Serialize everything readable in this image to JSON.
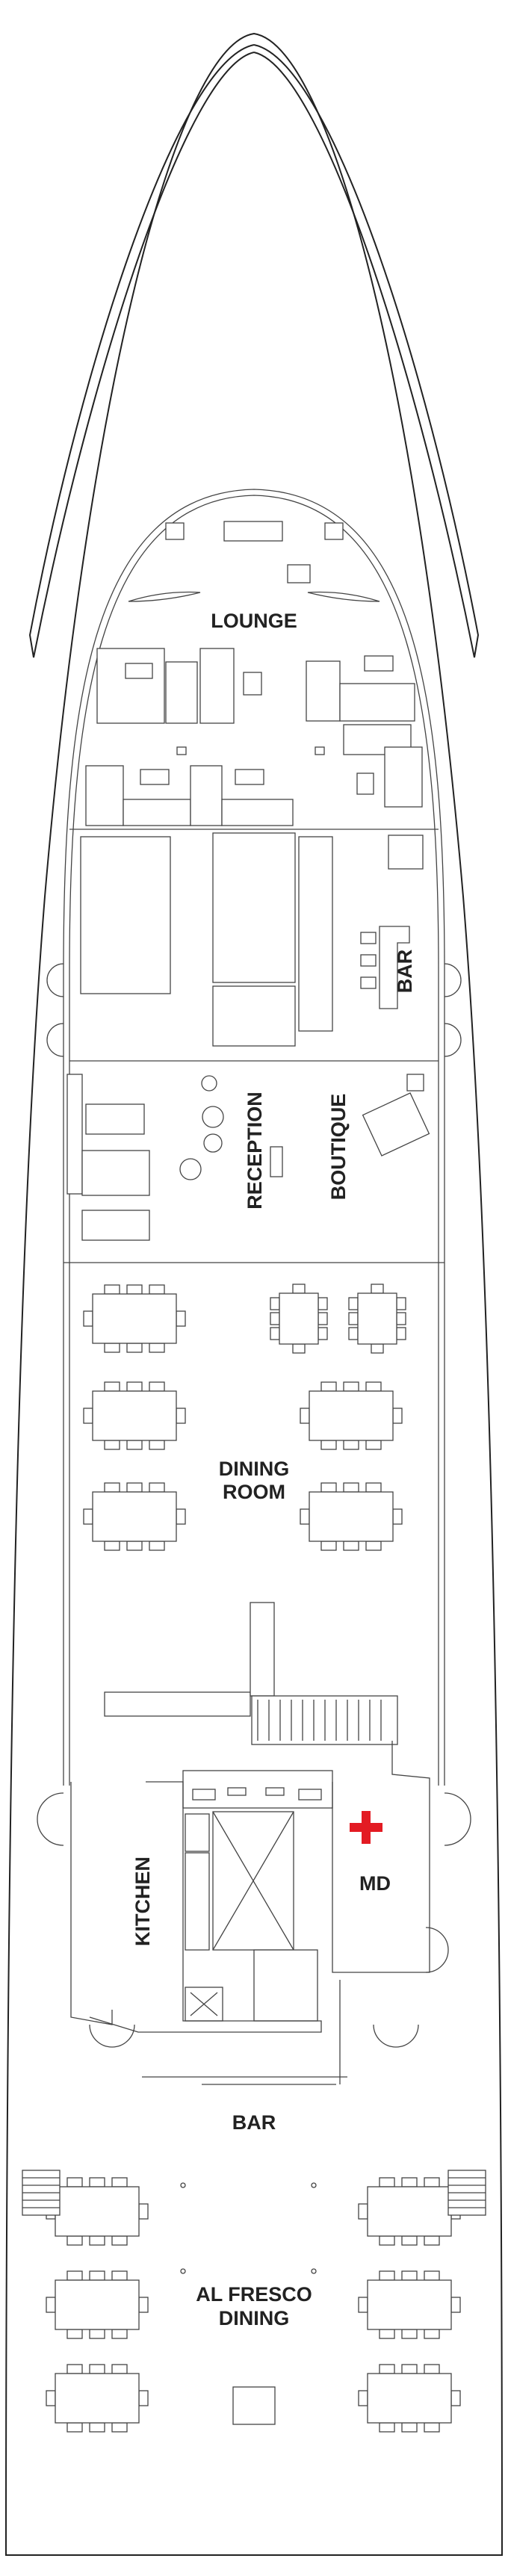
{
  "deck_plan": {
    "labels": {
      "lounge": "LOUNGE",
      "bar_forward": "BAR",
      "reception": "RECEPTION",
      "boutique": "BOUTIQUE",
      "dining_line1": "DINING",
      "dining_line2": "ROOM",
      "kitchen": "KITCHEN",
      "medical": "MD",
      "bar_aft": "BAR",
      "alfresco_line1": "AL FRESCO",
      "alfresco_line2": "DINING"
    },
    "icons": {
      "medical": "red-cross-icon"
    },
    "colors": {
      "line": "#222222",
      "medical_cross": "#e31b23",
      "background": "#ffffff"
    }
  }
}
